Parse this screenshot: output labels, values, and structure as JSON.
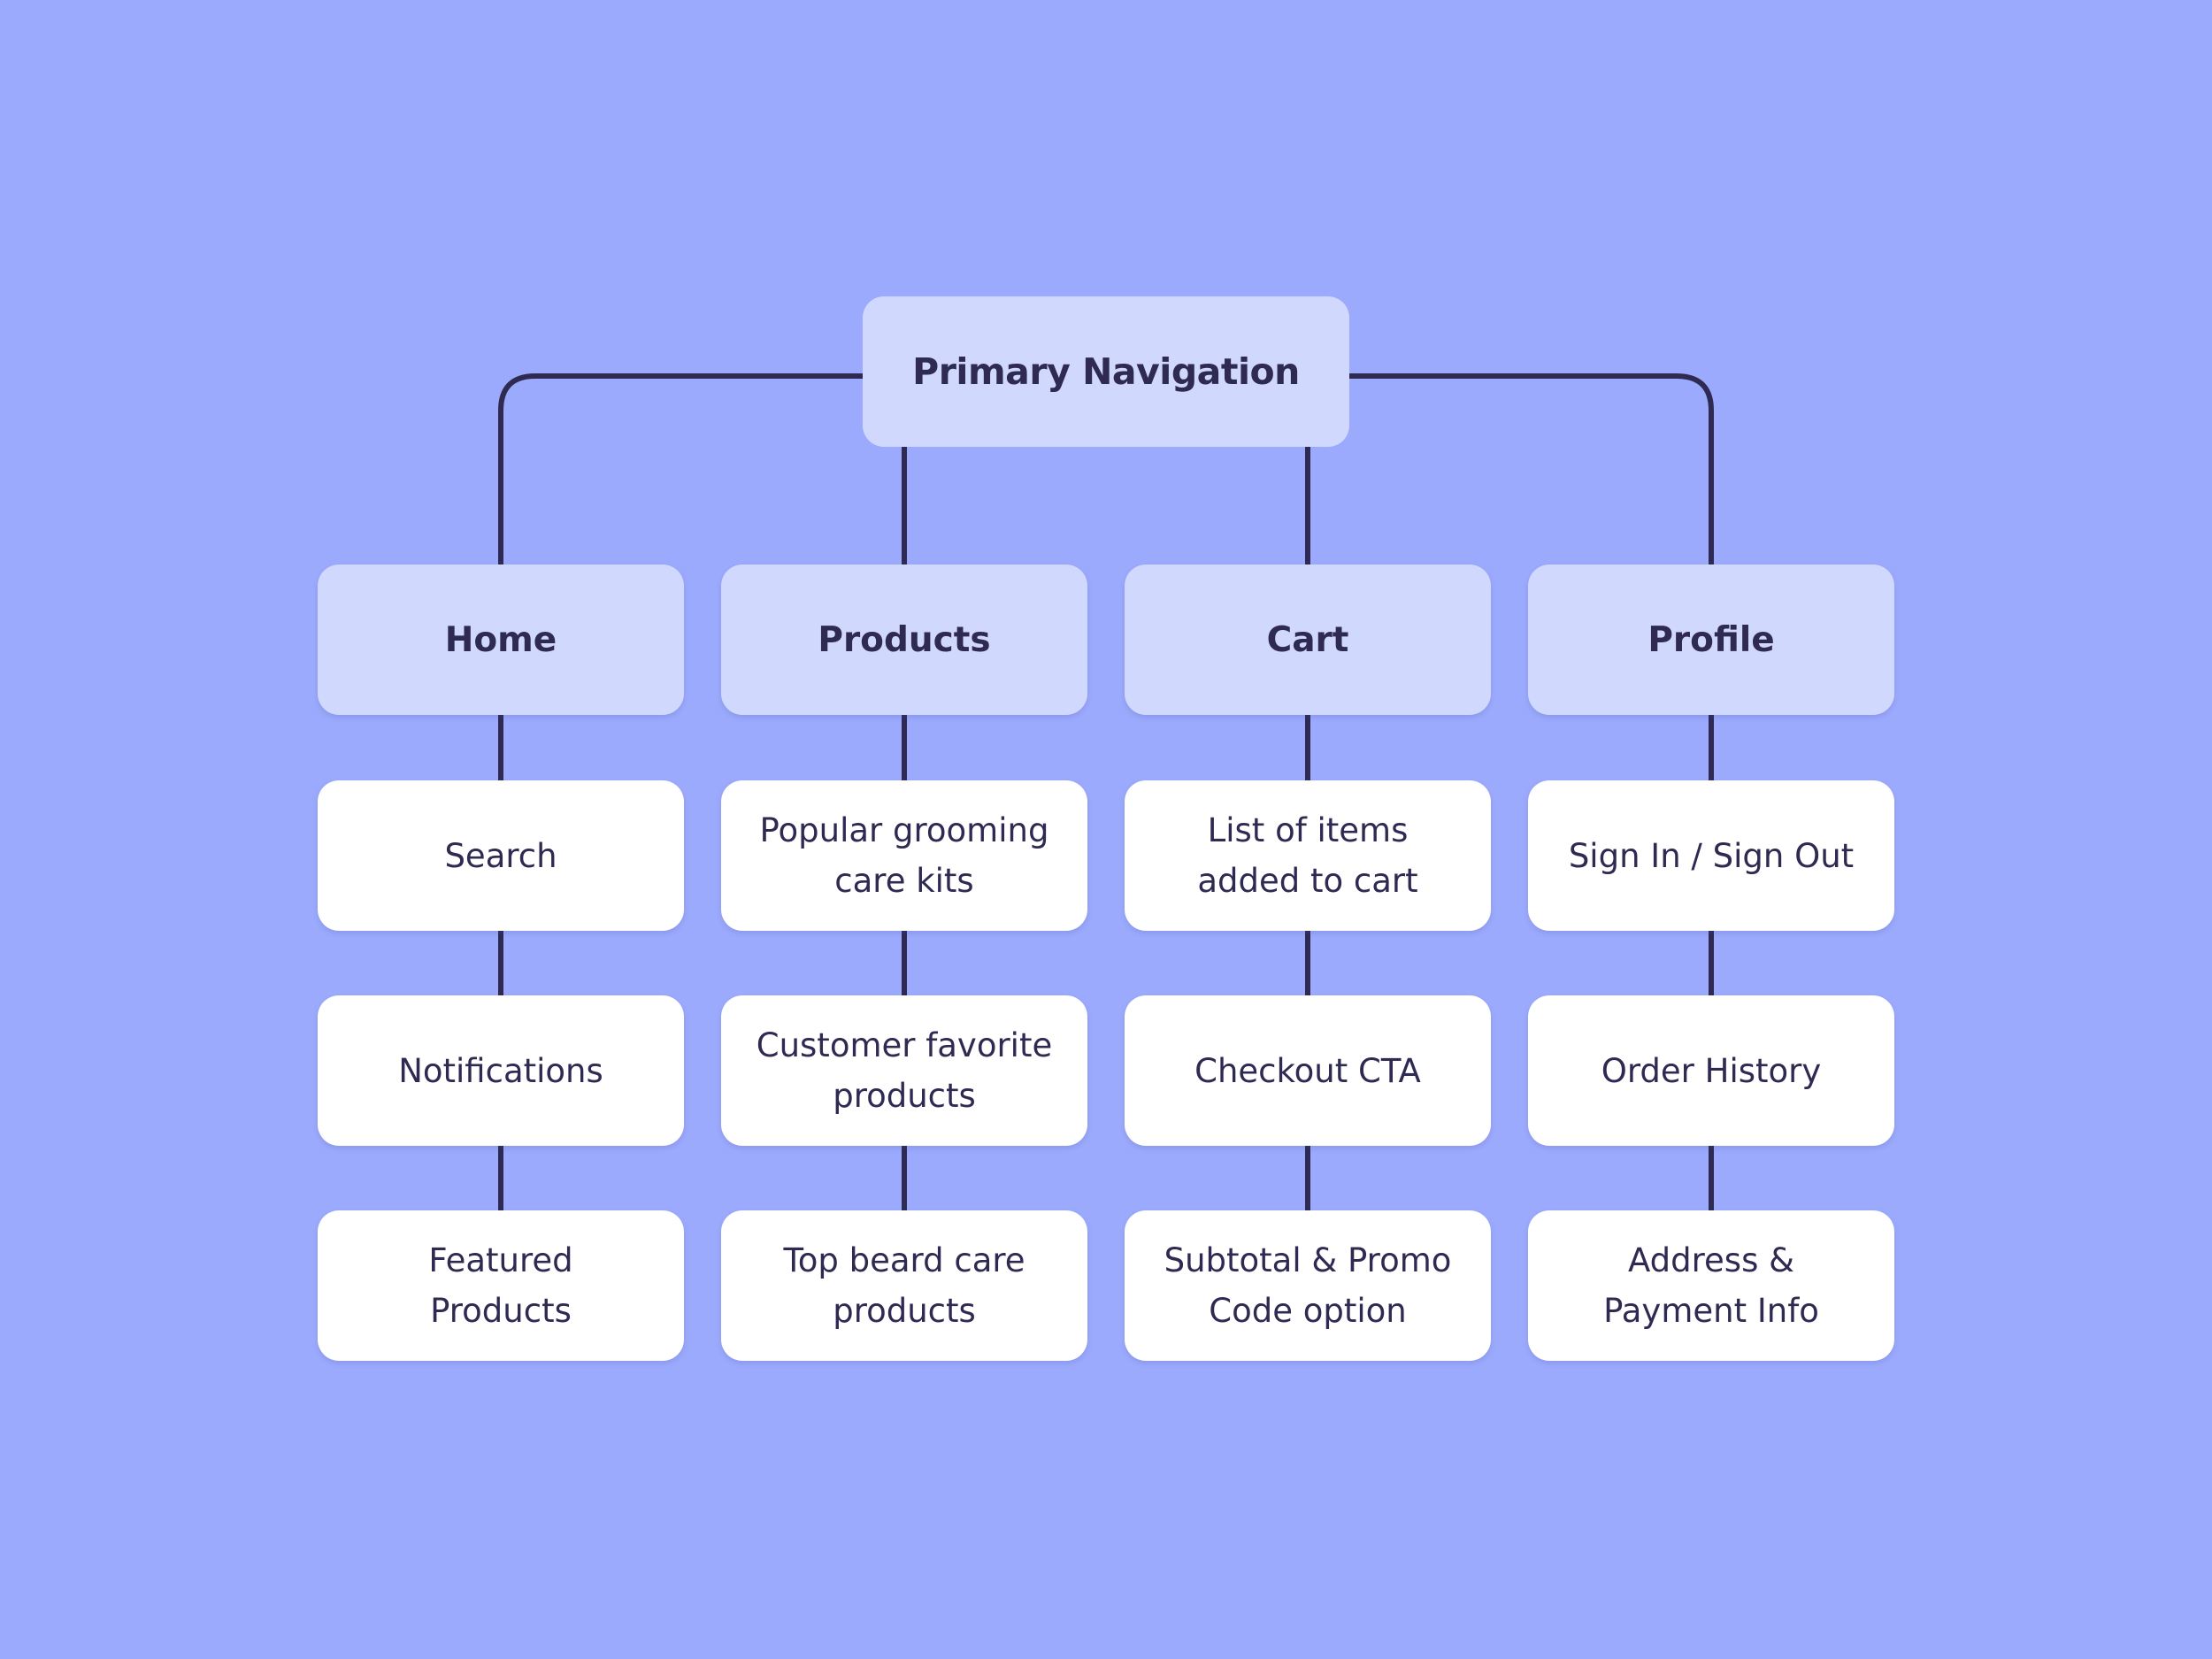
{
  "diagram": {
    "root": {
      "label": "Primary Navigation"
    },
    "columns": [
      {
        "label": "Home",
        "items": [
          "Search",
          "Notifications",
          "Featured Products"
        ]
      },
      {
        "label": "Products",
        "items": [
          "Popular grooming care kits",
          "Customer favorite products",
          "Top beard care products"
        ]
      },
      {
        "label": "Cart",
        "items": [
          "List of items added to cart",
          "Checkout CTA",
          "Subtotal & Promo Code option"
        ]
      },
      {
        "label": "Profile",
        "items": [
          "Sign In / Sign Out",
          "Order History",
          "Address & Payment Info"
        ]
      }
    ]
  },
  "colors": {
    "background": "#9baafc",
    "header_box": "#d0d8fe",
    "item_box": "#ffffff",
    "text": "#2e2a52",
    "connector": "#2e2a52"
  }
}
